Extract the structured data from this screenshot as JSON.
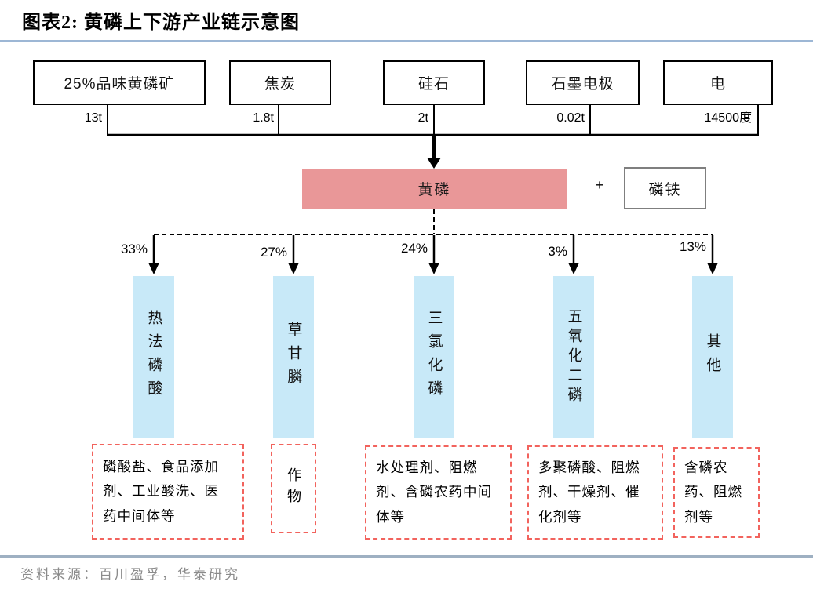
{
  "page": {
    "title": "图表2:  黄磷上下游产业链示意图",
    "source": "资料来源：百川盈孚，华泰研究"
  },
  "plus": "+",
  "inputs": [
    {
      "label": "25%品味黄磷矿",
      "amount": "13t"
    },
    {
      "label": "焦炭",
      "amount": "1.8t"
    },
    {
      "label": "硅石",
      "amount": "2t"
    },
    {
      "label": "石墨电极",
      "amount": "0.02t"
    },
    {
      "label": "电",
      "amount": "14500度"
    }
  ],
  "product": {
    "label": "黄磷"
  },
  "byproduct": {
    "label": "磷铁"
  },
  "downstream": [
    {
      "share": "33%",
      "product": "热法磷酸",
      "applications": "磷酸盐、食品添加剂、工业酸洗、医药中间体等"
    },
    {
      "share": "27%",
      "product": "草甘膦",
      "applications": "作物"
    },
    {
      "share": "24%",
      "product": "三氯化磷",
      "applications": "水处理剂、阻燃剂、含磷农药中间体等"
    },
    {
      "share": "3%",
      "product": "五氧化二磷",
      "applications": "多聚磷酸、阻燃剂、干燥剂、催化剂等"
    },
    {
      "share": "13%",
      "product": "其他",
      "applications": "含磷农药、阻燃剂等"
    }
  ],
  "colors": {
    "product_fill": "#e99798",
    "downstream_fill": "#c8e9f8",
    "application_border": "#f2635d",
    "title_rule": "#9db7d5",
    "footer_rule": "#9eb0c2",
    "source_text": "#8b8b8b"
  }
}
